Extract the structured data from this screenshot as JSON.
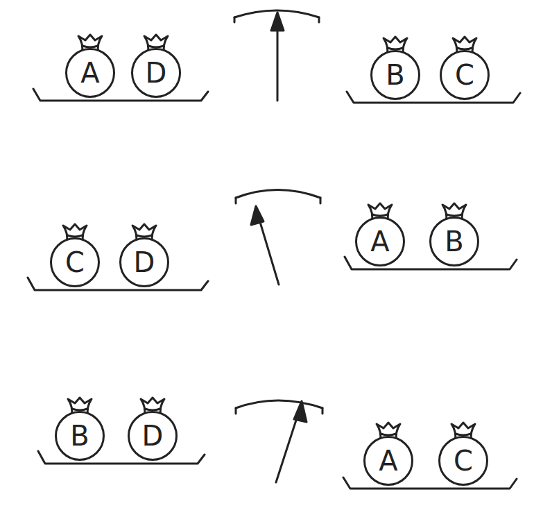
{
  "diagram": {
    "nodes": [
      {
        "text": [
          "A"
        ]
      },
      {
        "text": [
          "D"
        ]
      },
      {
        "text": [
          "B"
        ]
      },
      {
        "text": [
          "C"
        ]
      },
      {
        "text": [
          "C"
        ]
      },
      {
        "text": [
          "D"
        ]
      },
      {
        "text": [
          "A"
        ]
      },
      {
        "text": [
          "B"
        ]
      },
      {
        "text": [
          "B"
        ]
      },
      {
        "text": [
          "D"
        ]
      },
      {
        "text": [
          "A"
        ]
      },
      {
        "text": [
          "C"
        ]
      }
    ]
  }
}
